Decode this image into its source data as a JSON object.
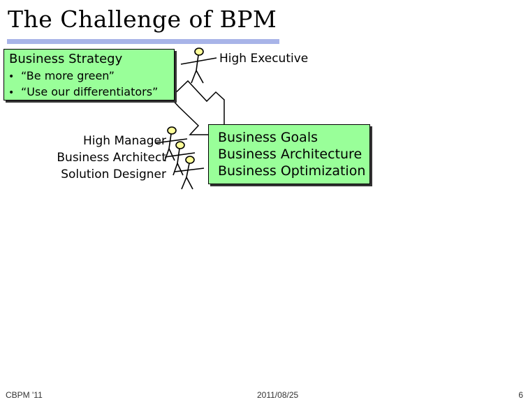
{
  "slide": {
    "title": "The Challenge of BPM",
    "strategy": {
      "heading": "Business Strategy",
      "bullets": [
        "“Be more green”",
        "“Use our differentiators”"
      ]
    },
    "executive_label": "High Executive",
    "roles": [
      "High Manager",
      "Business Architect",
      "Solution Designer"
    ],
    "goals": [
      "Business Goals",
      "Business Architecture",
      "Business Optimization"
    ],
    "colors": {
      "box_fill": "#99ff99",
      "title_underline": "#a8b4e8",
      "figure_head": "#ffff99"
    },
    "icons": [
      "stick-figure-icon",
      "arrow-icon"
    ]
  },
  "footer": {
    "left": "CBPM '11",
    "center": "2011/08/25",
    "right": "6"
  }
}
